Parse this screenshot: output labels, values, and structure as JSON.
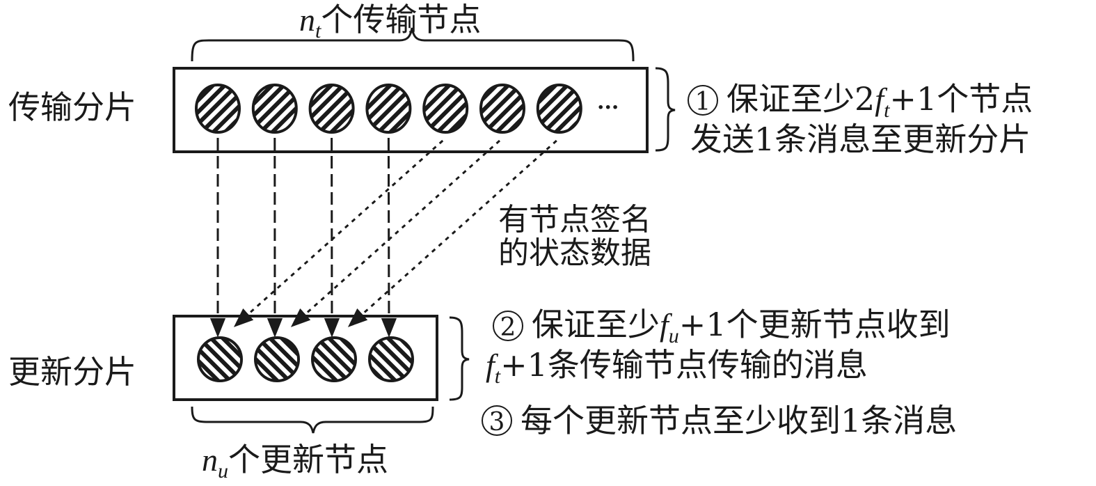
{
  "diagram": {
    "transmission_shard": {
      "label": "传输分片",
      "node_count_label": {
        "var": "n",
        "sub": "t",
        "text": "个传输节点"
      },
      "visible_nodes": 7,
      "has_ellipsis": true,
      "ellipsis": "···"
    },
    "update_shard": {
      "label": "更新分片",
      "node_count_label": {
        "var": "n",
        "sub": "u",
        "text": "个更新节点"
      },
      "visible_nodes": 4
    },
    "edge_label": {
      "line1": "有节点签名",
      "line2": "的状态数据"
    },
    "edges": {
      "vertical": [
        [
          0,
          0
        ],
        [
          1,
          1
        ],
        [
          2,
          2
        ],
        [
          3,
          3
        ]
      ],
      "diagonal": [
        [
          4,
          0
        ],
        [
          5,
          1
        ],
        [
          6,
          2
        ]
      ]
    },
    "notes": {
      "note1": {
        "marker": "①",
        "line1_pre": "保证至少2",
        "line1_var": "f",
        "line1_sub": "t",
        "line1_post": "+1个节点",
        "line2": "发送1条消息至更新分片"
      },
      "note2": {
        "marker": "②",
        "line1_pre": "保证至少",
        "line1_var": "f",
        "line1_sub": "u",
        "line1_post": "+1个更新节点收到",
        "line2_var": "f",
        "line2_sub": "t",
        "line2_post": "+1条传输节点传输的消息"
      },
      "note3": {
        "marker": "③",
        "text": "每个更新节点至少收到1条消息"
      }
    }
  }
}
